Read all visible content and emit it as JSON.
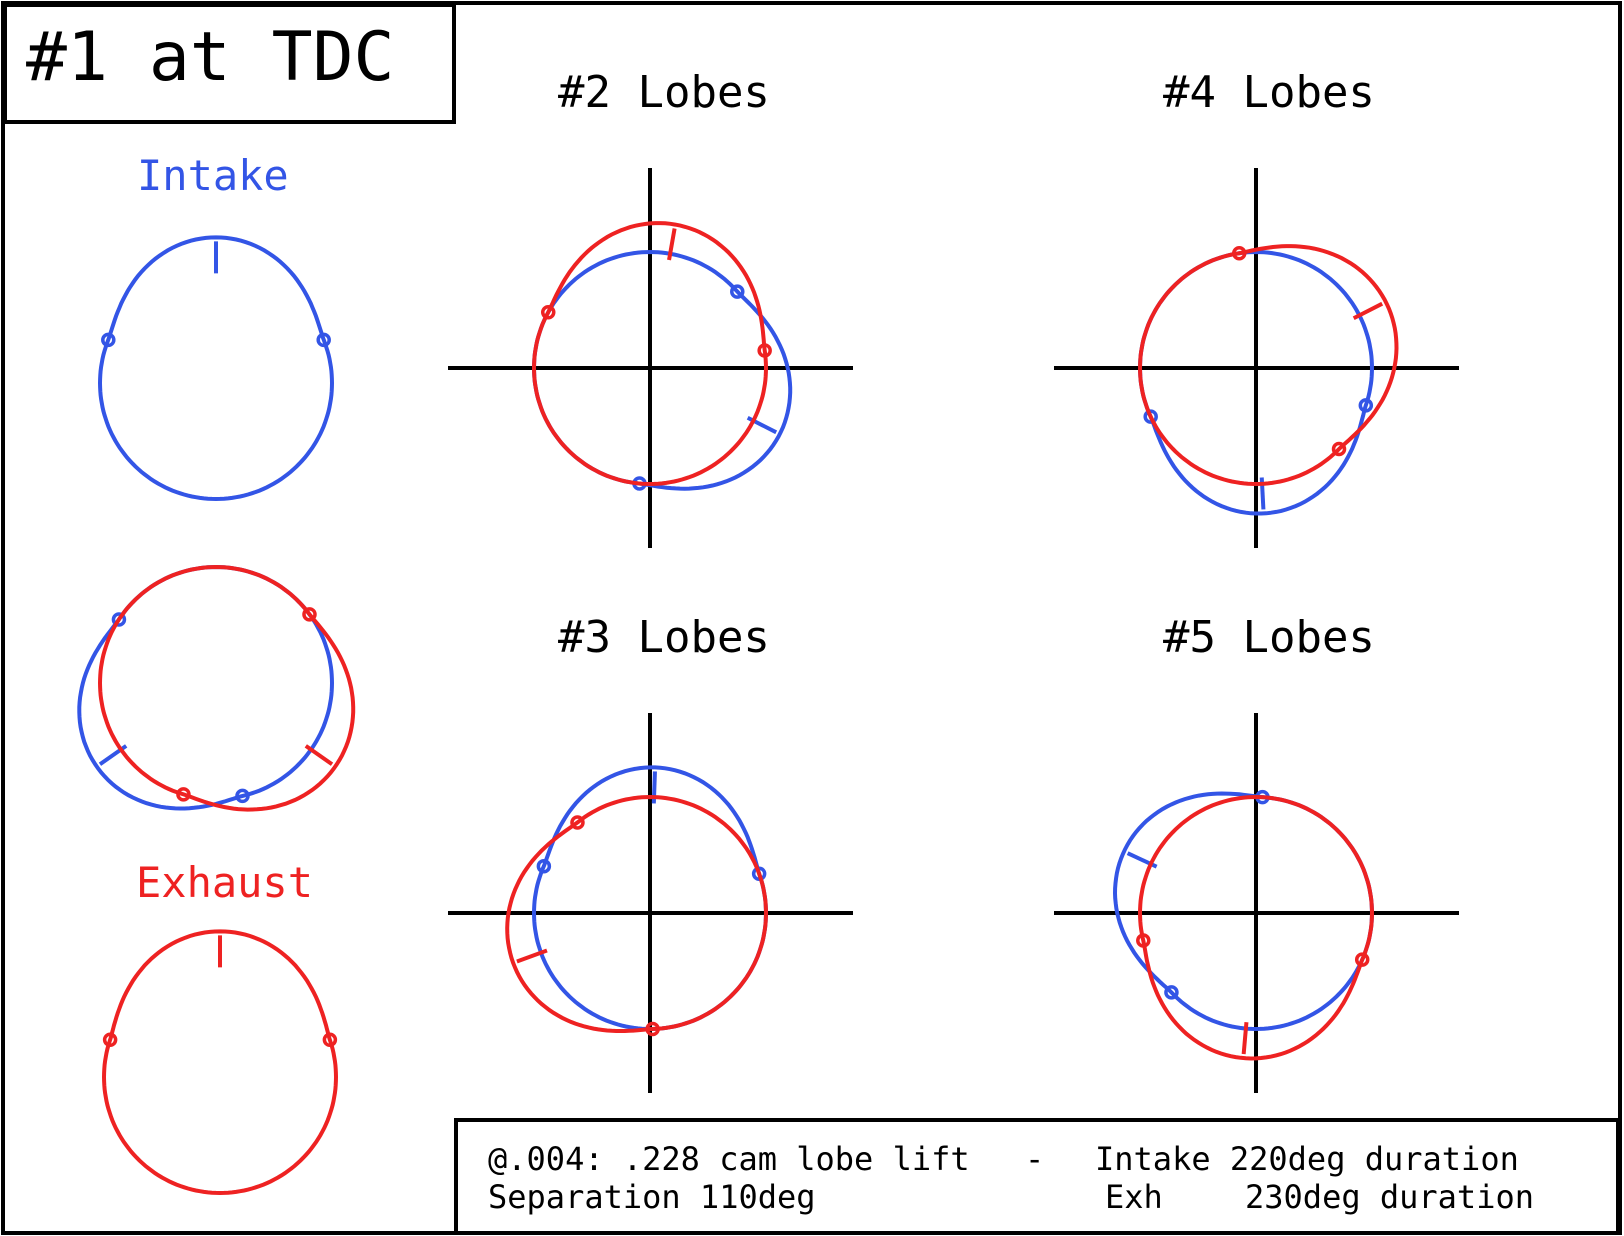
{
  "title": "#1 at TDC",
  "intake_label": "Intake",
  "exhaust_label": "Exhaust",
  "panels": {
    "lobes2": "#2 Lobes",
    "lobes3": "#3 Lobes",
    "lobes4": "#4 Lobes",
    "lobes5": "#5 Lobes"
  },
  "footer": {
    "line1_left": "@.004: .228 cam lobe lift",
    "line1_dash": "-",
    "line1_right": "Intake 220deg duration",
    "line2_left": "Separation 110deg",
    "line2_exh": "Exh",
    "line2_right": "230deg duration"
  },
  "colors": {
    "intake": "#3355e6",
    "exhaust": "#ee2222",
    "ink": "#000000"
  },
  "cam": {
    "intake_duration_deg": 220,
    "exhaust_duration_deg": 230,
    "separation_deg": 110,
    "lobe_lift": 0.228
  },
  "lobe_rotations_deg": {
    "intake_alone": 0,
    "exhaust_alone": 0,
    "pair_intake": 235,
    "pair_exhaust": 125,
    "lobes2_intake": 117,
    "lobes2_exhaust": 10,
    "lobes3_intake": 2,
    "lobes3_exhaust": 250,
    "lobes4_intake": 177,
    "lobes4_exhaust": 63,
    "lobes5_intake": 295,
    "lobes5_exhaust": 185
  }
}
